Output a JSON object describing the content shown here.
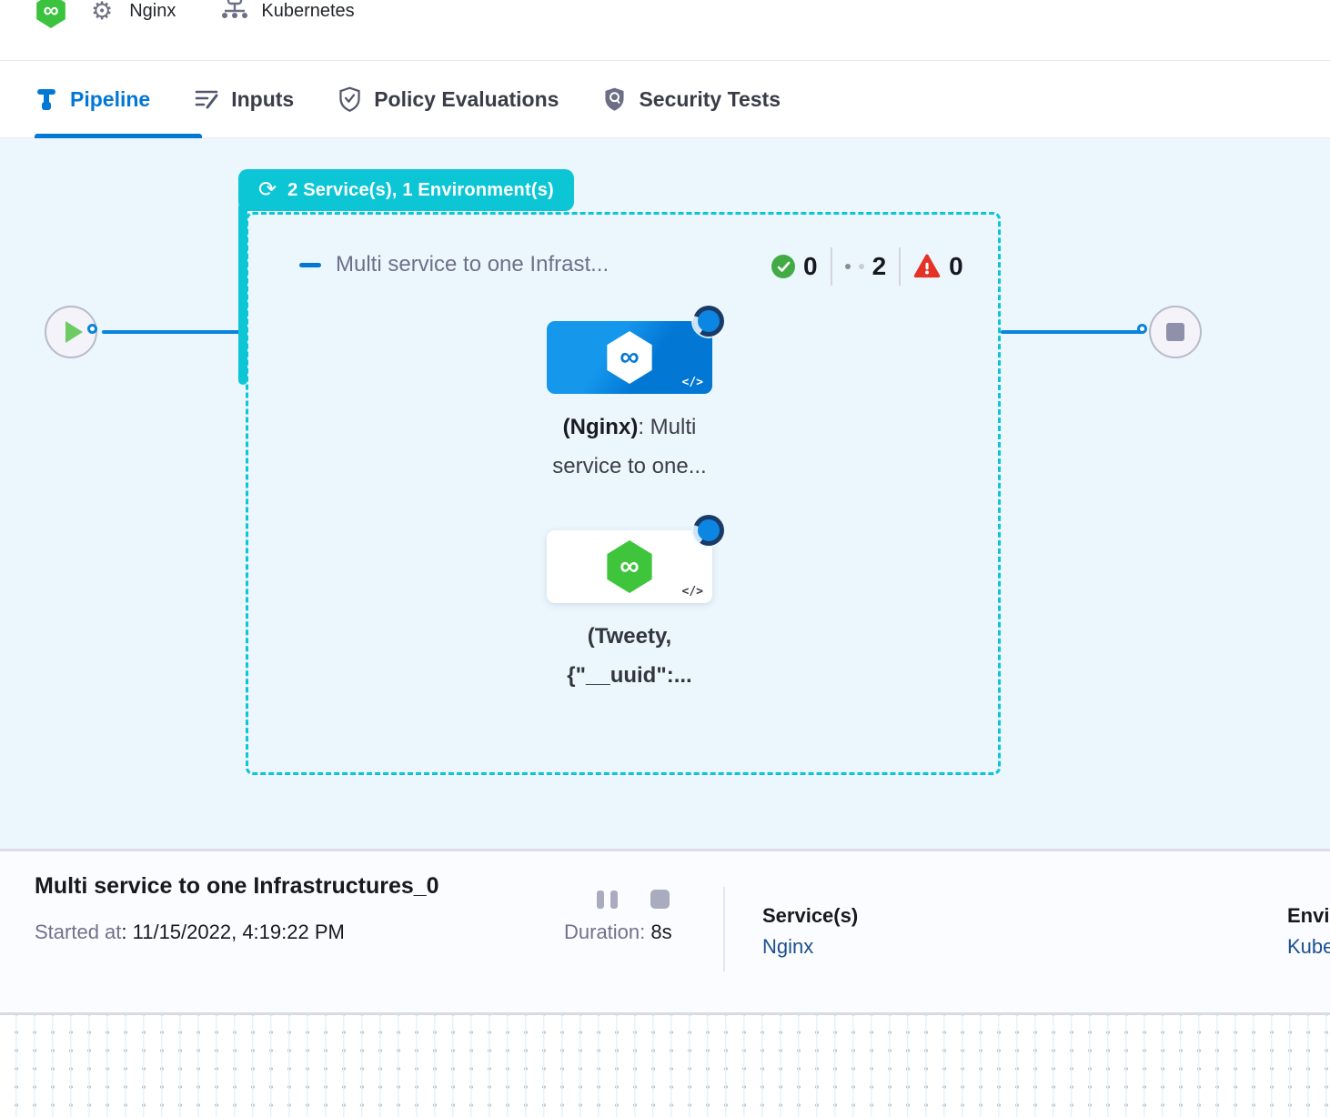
{
  "colors": {
    "accent_teal": "#0CC6D6",
    "accent_blue": "#0278D5",
    "success_green": "#42AB45",
    "error_red": "#E43326",
    "link_blue": "#1B4F8F",
    "canvas_bg": "#EBF7FD"
  },
  "icons": {
    "infinity": "∞",
    "loop": "⟳",
    "code": "</>",
    "gear": "⚙"
  },
  "header": {
    "crumbs": [
      {
        "label": "Nginx"
      },
      {
        "label": "Kubernetes"
      }
    ]
  },
  "tabs": [
    {
      "label": "Pipeline",
      "active": true
    },
    {
      "label": "Inputs",
      "active": false
    },
    {
      "label": "Policy Evaluations",
      "active": false
    },
    {
      "label": "Security Tests",
      "active": false
    }
  ],
  "canvas": {
    "badge_label": "2 Service(s), 1 Environment(s)",
    "stage_title": "Multi service to one Infrast...",
    "counts": {
      "success": "0",
      "running": "2",
      "failed": "0"
    },
    "node1": {
      "bold": "(Nginx)",
      "rest": ": Multi",
      "line2": "service to one..."
    },
    "node2": {
      "bold": "(Tweety,",
      "line2": "{\"__uuid\":..."
    }
  },
  "footer": {
    "title": "Multi service to one Infrastructures_0",
    "started_label": "Started at",
    "started_value": ": 11/15/2022, 4:19:22 PM",
    "duration_label": "Duration:",
    "duration_value": "8s",
    "services_label": "Service(s)",
    "services_value": "Nginx",
    "env_label": "Envi",
    "env_value": "Kube"
  }
}
